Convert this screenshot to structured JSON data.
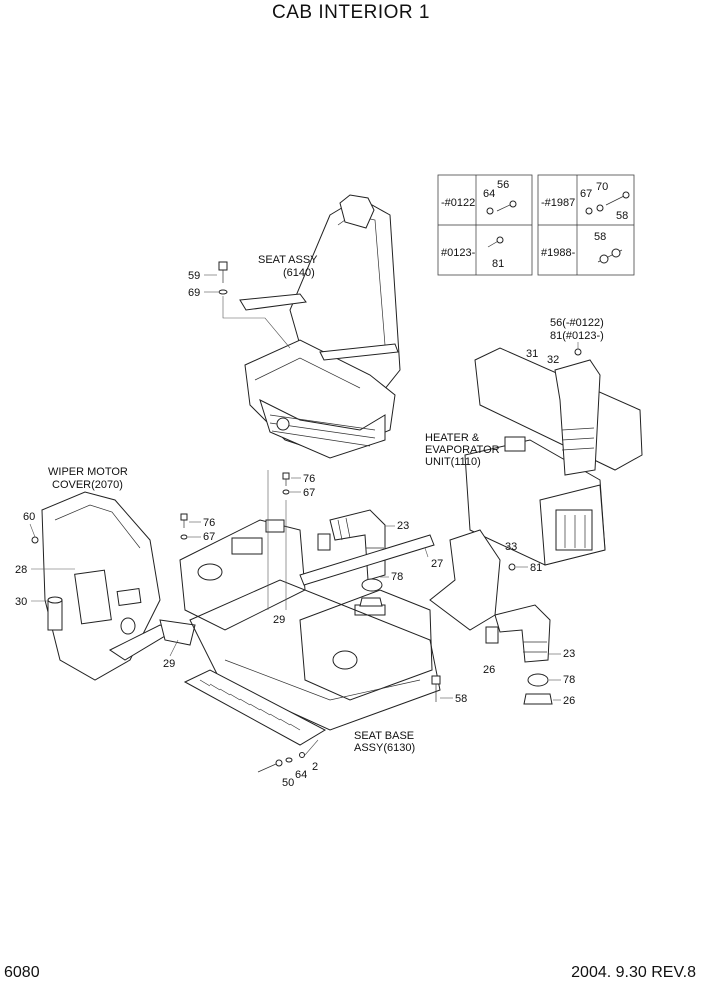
{
  "title": "CAB INTERIOR 1",
  "page_number": "6080",
  "revision": "2004. 9.30  REV.8",
  "inset_tables": {
    "left": {
      "row1": "-#0122",
      "row2": "#0123-",
      "nums_r1": [
        "64",
        "56"
      ],
      "nums_r2": [
        "81"
      ]
    },
    "right": {
      "row1": "-#1987",
      "row2": "#1988-",
      "nums_r1": [
        "67",
        "70",
        "58"
      ],
      "nums_r2": [
        "58"
      ]
    }
  },
  "assemblies": {
    "seat": {
      "line1": "SEAT ASSY",
      "line2": "(6140)"
    },
    "seat_base": {
      "line1": "SEAT BASE",
      "line2": "ASSY(6130)"
    },
    "wiper_cover": {
      "line1": "WIPER MOTOR",
      "line2": "COVER(2070)"
    },
    "heater": {
      "line1": "HEATER &",
      "line2": "EVAPORATOR",
      "line3": "UNIT(1110)"
    }
  },
  "callouts": {
    "c59": "59",
    "c69": "69",
    "c76a": "76",
    "c67a": "67",
    "c76b": "76",
    "c67b": "67",
    "c60": "60",
    "c28": "28",
    "c30": "30",
    "c29a": "29",
    "c29b": "29",
    "c26a": "26",
    "c78a": "78",
    "c23a": "23",
    "c27": "27",
    "c33": "33",
    "c81": "81",
    "c31": "31",
    "c32": "32",
    "c56note": "56(-#0122)",
    "c81note": "81(#0123-)",
    "c26b": "26",
    "c23b": "23",
    "c78b": "78",
    "c26c": "26",
    "c58": "58",
    "c2": "2",
    "c64": "64",
    "c50": "50"
  }
}
